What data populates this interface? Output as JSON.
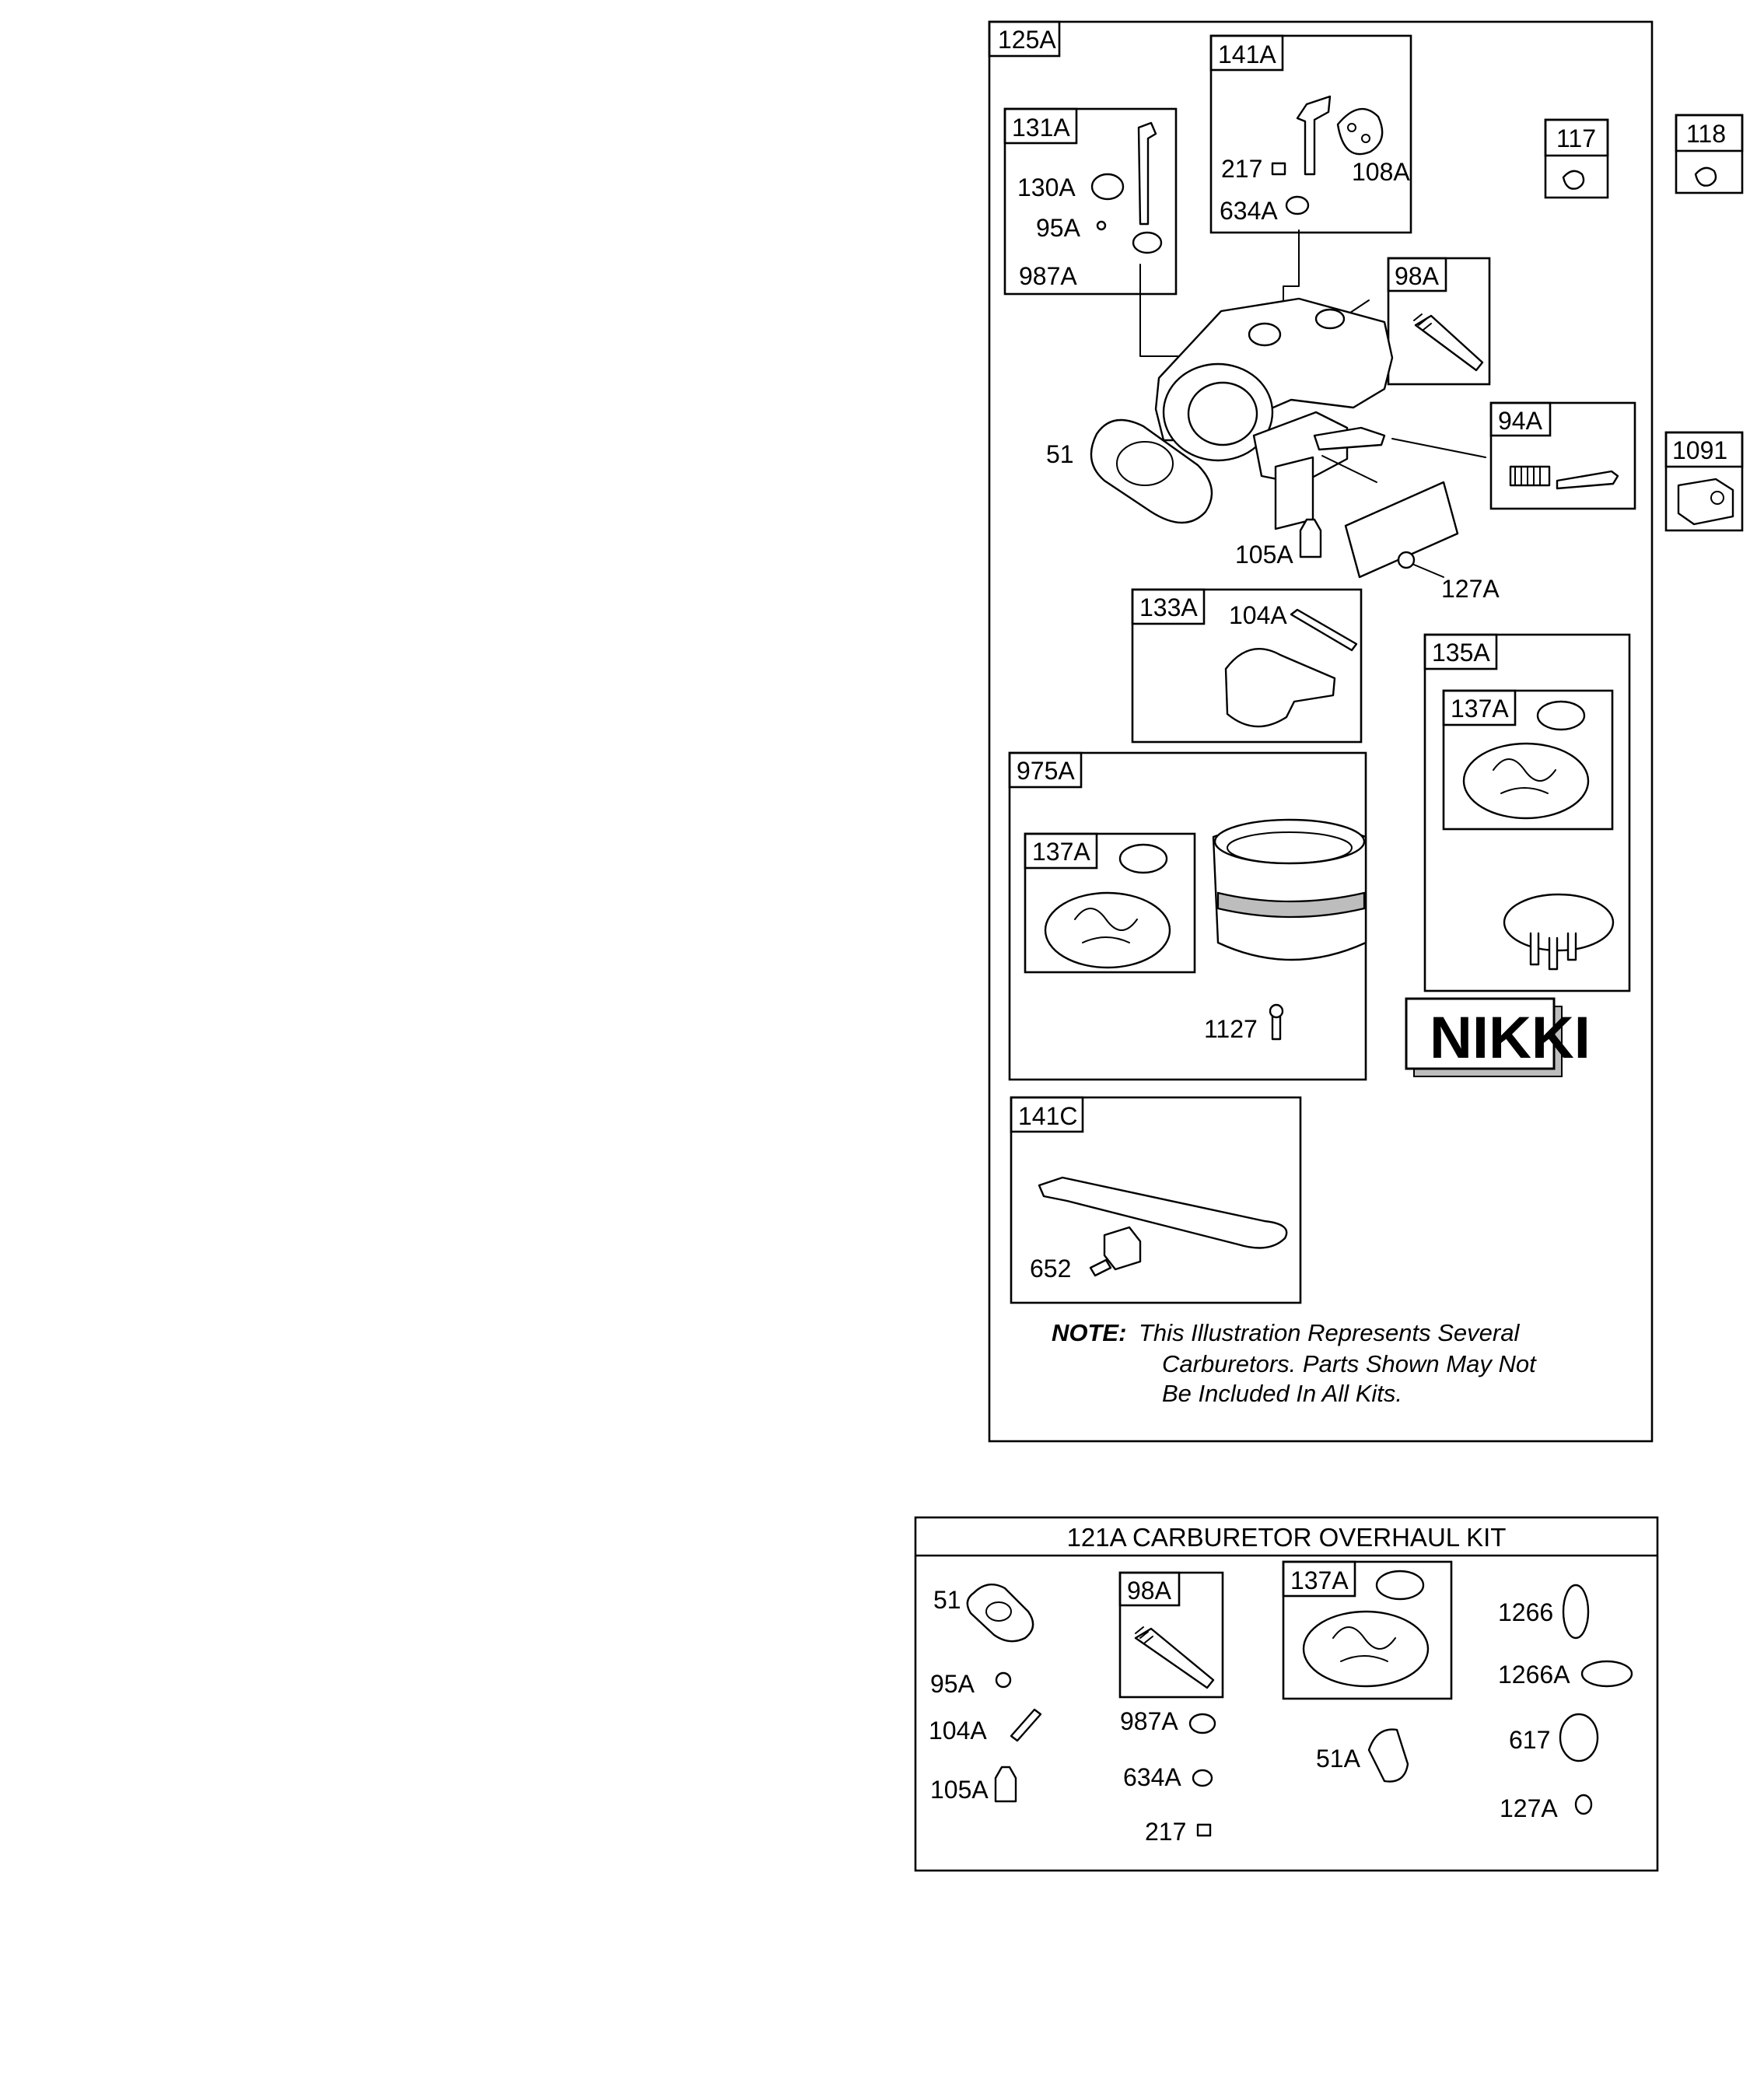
{
  "main_kit": {
    "box_label": "125A",
    "sub_boxes": {
      "b141A": "141A",
      "b131A": "131A",
      "b117": "117",
      "b118": "118",
      "b98A": "98A",
      "b94A": "94A",
      "b1091": "1091",
      "b133A": "133A",
      "b135A": "135A",
      "b137A_in135": "137A",
      "b975A": "975A",
      "b137A_in975": "137A",
      "b141C": "141C"
    },
    "part_labels": {
      "p217": "217",
      "p108A": "108A",
      "p634A": "634A",
      "p130A": "130A",
      "p95A": "95A",
      "p987A": "987A",
      "p51": "51",
      "p105A": "105A",
      "p127A": "127A",
      "p104A": "104A",
      "p1127": "1127",
      "p652": "652"
    },
    "brand_small": "NIKKI",
    "brand_large": "NIKKI",
    "note": {
      "heading": "NOTE:",
      "line1": "This Illustration Represents Several",
      "line2": "Carburetors. Parts Shown May Not",
      "line3": "Be Included In All Kits."
    }
  },
  "overhaul_kit": {
    "title": "121A CARBURETOR OVERHAUL KIT",
    "box_98A": "98A",
    "box_137A": "137A",
    "part_labels": {
      "k51": "51",
      "k95A": "95A",
      "k104A": "104A",
      "k105A": "105A",
      "k987A": "987A",
      "k634A": "634A",
      "k217": "217",
      "k51A": "51A",
      "k1266": "1266",
      "k1266A": "1266A",
      "k617": "617",
      "k127A": "127A"
    }
  }
}
